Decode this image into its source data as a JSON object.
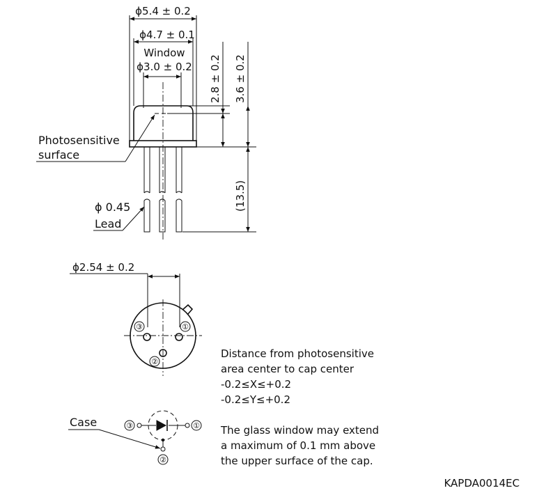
{
  "dimensions": {
    "outer_diameter": "ϕ5.4 ± 0.2",
    "cap_diameter": "ϕ4.7 ± 0.1",
    "window_label": "Window",
    "window_diameter": "ϕ3.0 ± 0.2",
    "height_window": "2.8 ± 0.2",
    "height_total": "3.6 ± 0.2",
    "lead_length": "(13.5)",
    "pitch": "ϕ2.54 ± 0.2"
  },
  "labels": {
    "photosensitive_line1": "Photosensitive",
    "photosensitive_line2": "surface",
    "lead_diameter": "ϕ 0.45",
    "lead": "Lead",
    "case": "Case"
  },
  "pins": {
    "pin1": "①",
    "pin2": "②",
    "pin3": "③"
  },
  "notes": {
    "center_line1": "Distance from photosensitive",
    "center_line2": "area center to cap center",
    "center_line3": "-0.2≤X≤+0.2",
    "center_line4": "-0.2≤Y≤+0.2",
    "glass_line1": "The glass window may extend",
    "glass_line2": "a maximum of 0.1 mm above",
    "glass_line3": "the upper surface of the cap."
  },
  "drawing_code": "KAPDA0014EC"
}
